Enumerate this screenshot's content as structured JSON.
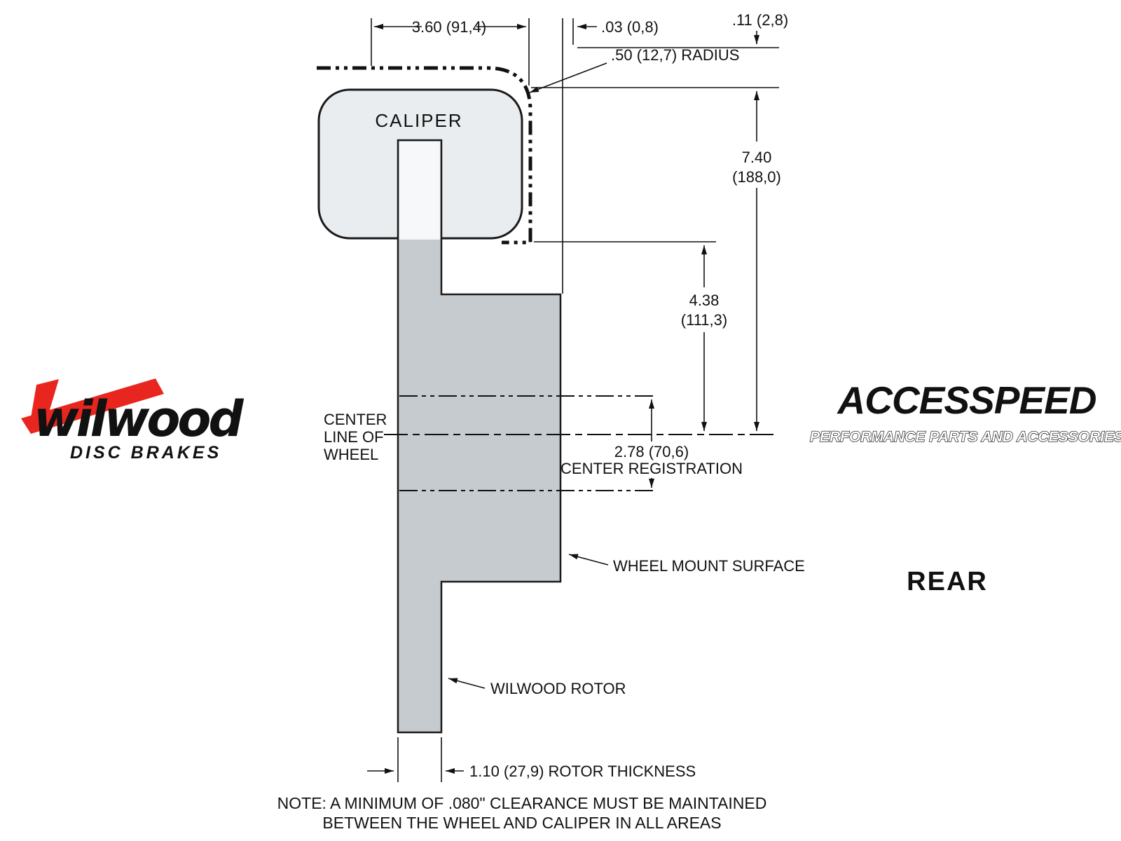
{
  "colors": {
    "background": "#ffffff",
    "line": "#111111",
    "rotor_fill": "#c6cbcf",
    "caliper_fill": "#e9edef",
    "slot_fill": "#f6f8f9",
    "wilwood_red": "#e8261f"
  },
  "drawing": {
    "caliper": "CALIPER",
    "dim_width": "3.60 (91,4)",
    "dim_gap_small": ".03 (0,8)",
    "dim_gap_top": ".11 (2,8)",
    "dim_radius": ".50 (12,7) RADIUS",
    "dim_height_total": {
      "in": "7.40",
      "mm": "(188,0)"
    },
    "dim_height_mount": {
      "in": "4.38",
      "mm": "(111,3)"
    },
    "dim_center_reg": "2.78 (70,6)",
    "center_reg_label": "CENTER REGISTRATION",
    "center_line": {
      "l1": "CENTER",
      "l2": "LINE OF",
      "l3": "WHEEL"
    },
    "wheel_mount_label": "WHEEL MOUNT SURFACE",
    "rotor_label": "WILWOOD ROTOR",
    "dim_thickness": "1.10 (27,9) ROTOR THICKNESS",
    "note1": "NOTE: A MINIMUM OF .080\" CLEARANCE MUST BE MAINTAINED",
    "note2": "BETWEEN THE WHEEL AND CALIPER IN ALL AREAS"
  },
  "branding": {
    "wilwood": {
      "name": "wilwood",
      "tagline": "DISC BRAKES"
    },
    "accesspeed": {
      "name": "ACCESSPEED",
      "tagline": "PERFORMANCE PARTS AND ACCESSORIES"
    },
    "view_label": "REAR"
  }
}
